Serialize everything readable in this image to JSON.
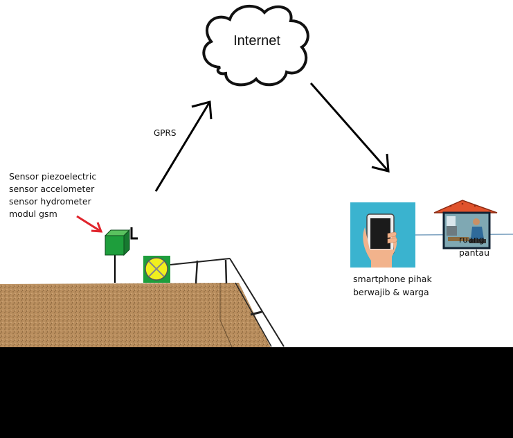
{
  "cloud": {
    "label": "Internet"
  },
  "link": {
    "label": "GPRS"
  },
  "sensor_list": [
    "Sensor piezoelectric",
    "sensor accelometer",
    "sensor hydrometer",
    "modul gsm"
  ],
  "phone": {
    "caption_line1": "smartphone pihak",
    "caption_line2": "berwajib & warga"
  },
  "room": {
    "caption_line1": "ruang",
    "caption_line2": "pantau"
  },
  "colors": {
    "soil": "#b98e5e",
    "ground": "#000000",
    "sensor_box": "#1e9e3c",
    "lamp": "#f1ef1e",
    "pointer_arrow": "#e0242c",
    "phone_bg": "#3ab3cf",
    "roof": "#e0522c"
  }
}
